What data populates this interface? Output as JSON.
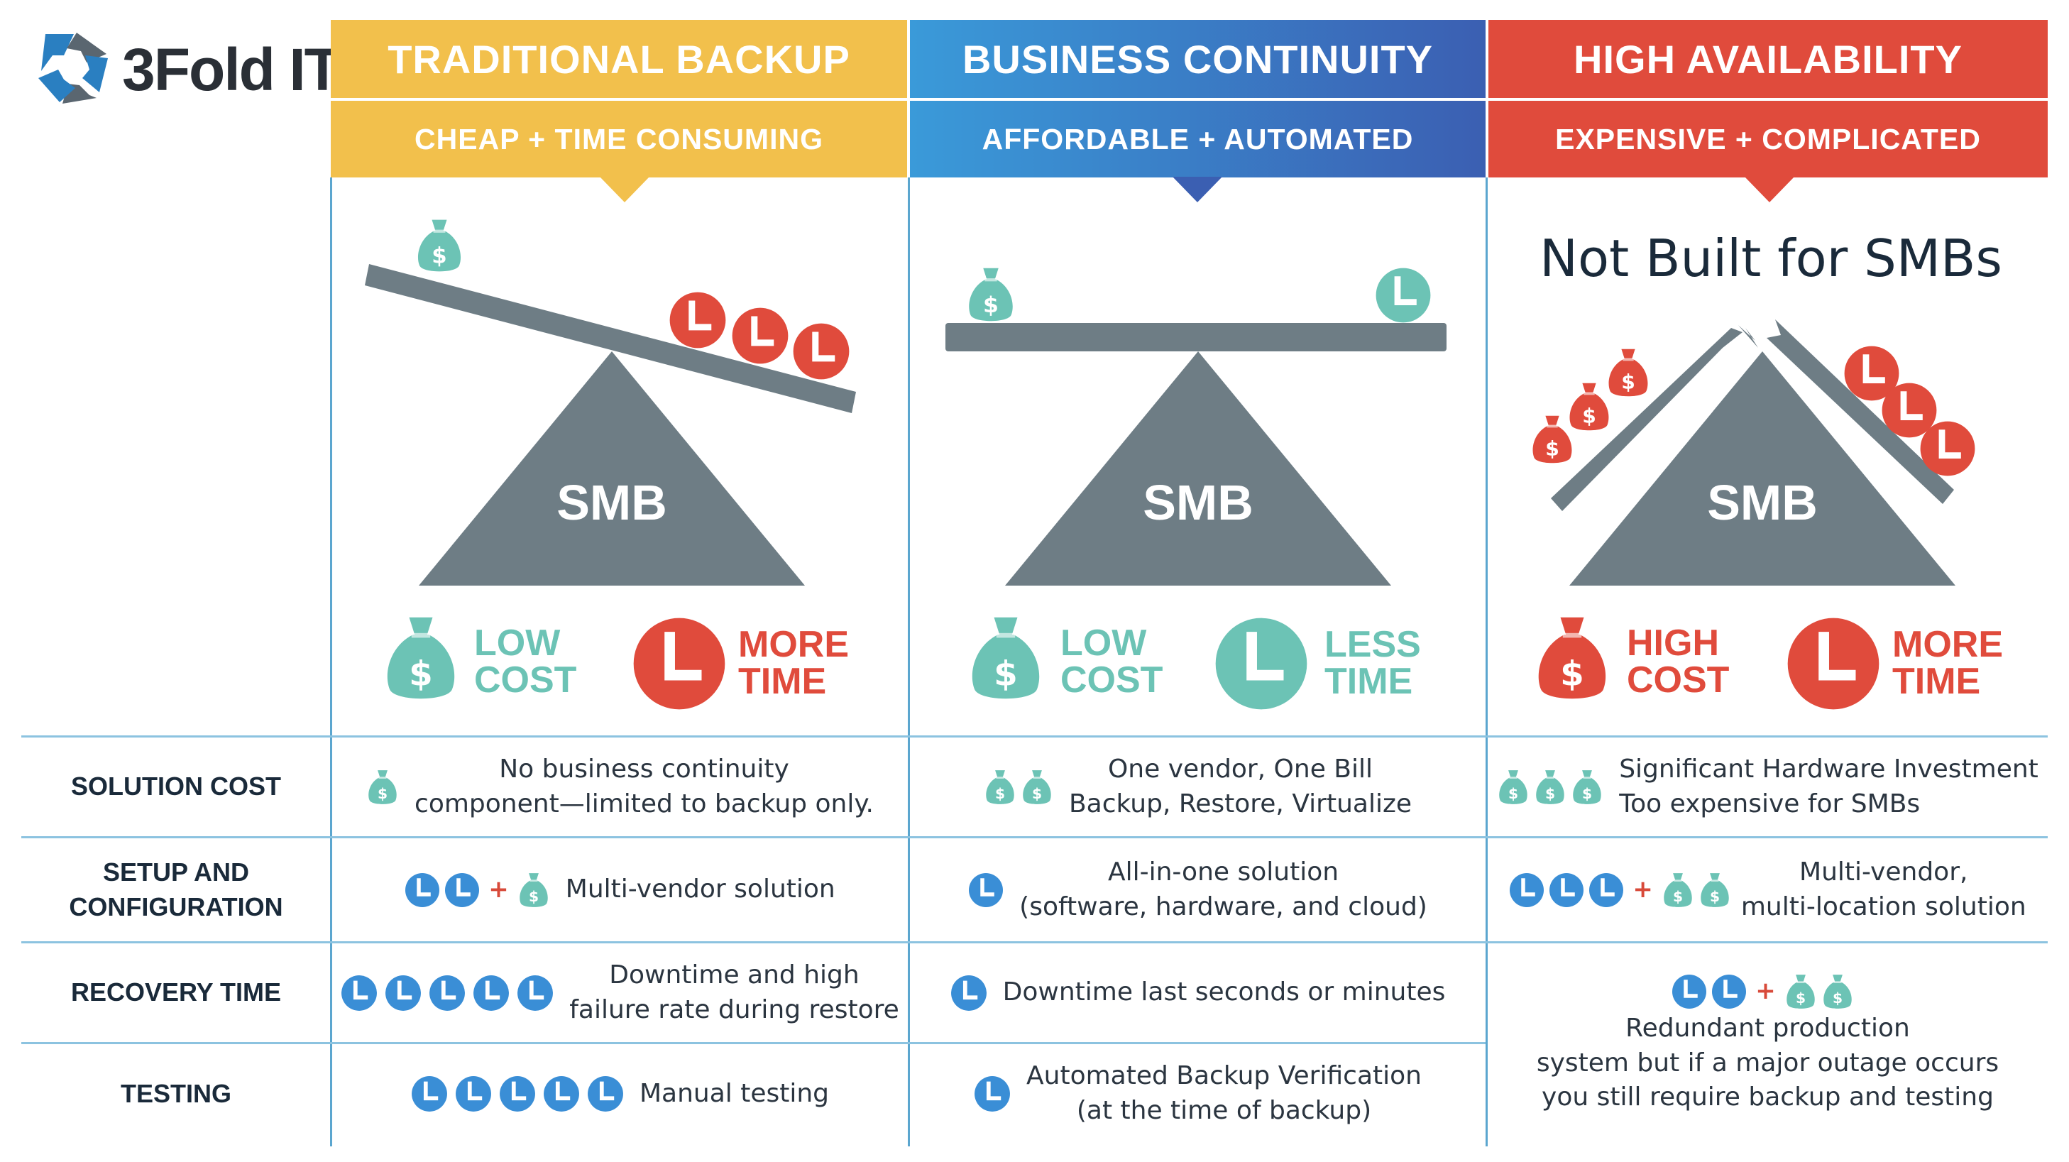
{
  "brand": {
    "name": "3Fold IT"
  },
  "colors": {
    "yellow": "#f2c04c",
    "blue": "#3f8fd3",
    "red": "#e04b3c",
    "teal": "#6cc3b5",
    "gray": "#6e7d85",
    "clock_blue": "#3a8ed6"
  },
  "columns": [
    {
      "title": "TRADITIONAL BACKUP",
      "subtitle": "CHEAP + TIME CONSUMING",
      "cost_label": "LOW\nCOST",
      "time_label": "MORE\nTIME"
    },
    {
      "title": "BUSINESS CONTINUITY",
      "subtitle": "AFFORDABLE + AUTOMATED",
      "cost_label": "LOW\nCOST",
      "time_label": "LESS\nTIME"
    },
    {
      "title": "HIGH AVAILABILITY",
      "subtitle": "EXPENSIVE + COMPLICATED",
      "cost_label": "HIGH\nCOST",
      "time_label": "MORE\nTIME",
      "note": "Not Built for SMBs"
    }
  ],
  "scale_label": "SMB",
  "rows": [
    {
      "label": "SOLUTION COST",
      "cells": [
        {
          "text": "No business continuity\ncomponent—limited to backup only.",
          "icons": "1 bag"
        },
        {
          "text": "One vendor, One Bill\nBackup, Restore, Virtualize",
          "icons": "2 bags"
        },
        {
          "text": "Significant Hardware Investment\nToo expensive for SMBs",
          "icons": "3 bags"
        }
      ]
    },
    {
      "label": "SETUP AND\nCONFIGURATION",
      "cells": [
        {
          "text": "Multi-vendor solution",
          "icons": "2 clocks + 1 bag"
        },
        {
          "text": "All-in-one solution\n(software, hardware, and cloud)",
          "icons": "1 clock"
        },
        {
          "text": "Multi-vendor,\nmulti-location solution",
          "icons": "3 clocks + 2 bags"
        }
      ]
    },
    {
      "label": "RECOVERY TIME",
      "cells": [
        {
          "text": "Downtime and high\nfailure rate during restore",
          "icons": "5 clocks"
        },
        {
          "text": "Downtime last seconds or minutes",
          "icons": "1 clock"
        },
        {
          "text": "Redundant production\nsystem but if a major outage occurs\nyou still require backup and testing",
          "icons": "2 clocks + 2 bags"
        }
      ]
    },
    {
      "label": "TESTING",
      "cells": [
        {
          "text": "Manual testing",
          "icons": "5 clocks"
        },
        {
          "text": "Automated Backup Verification\n(at the time of backup)",
          "icons": "1 clock"
        }
      ]
    }
  ]
}
